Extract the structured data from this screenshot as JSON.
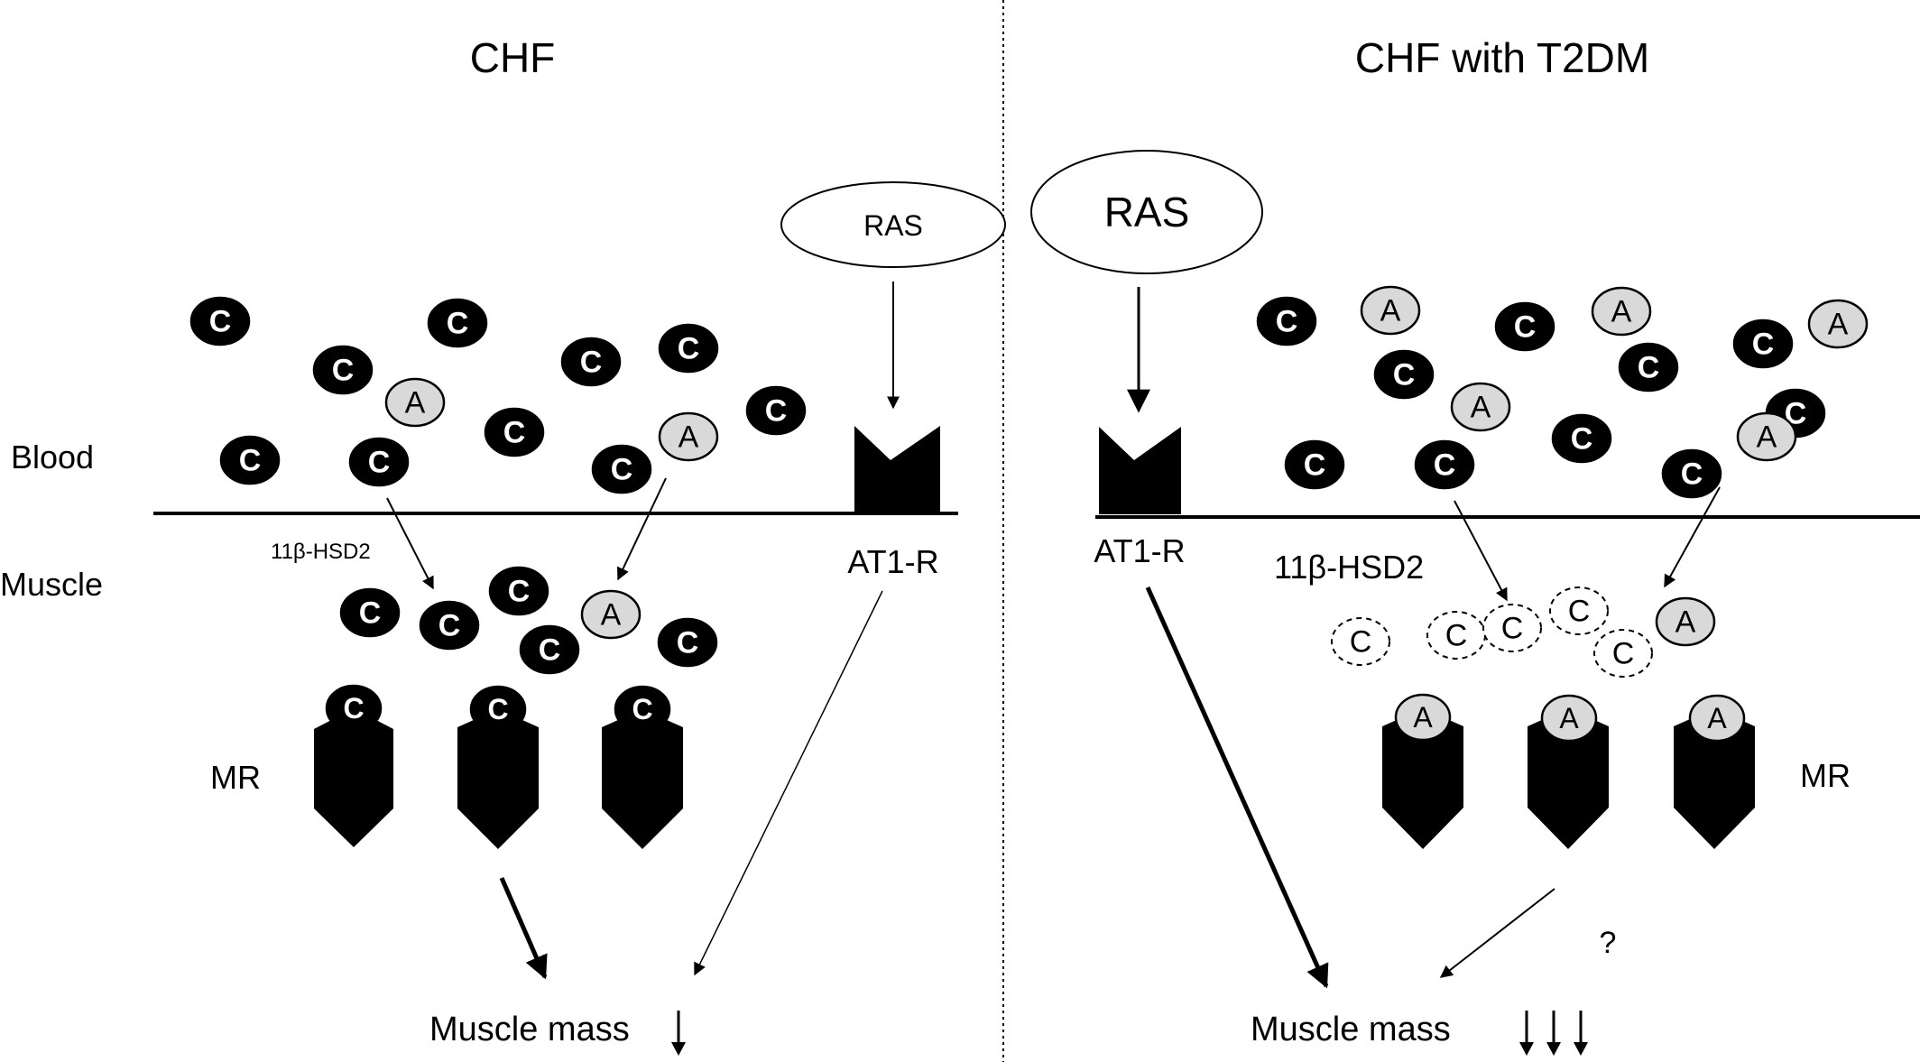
{
  "left_panel": {
    "title": "CHF",
    "blood_label": "Blood",
    "muscle_label": "Muscle",
    "enzyme_label": "11β-HSD2",
    "ras_label": "RAS",
    "receptor_label": "AT1-R",
    "mr_label": "MR",
    "outcome_label": "Muscle mass",
    "outcome_arrows": 1
  },
  "right_panel": {
    "title": "CHF with T2DM",
    "ras_label": "RAS",
    "receptor_label": "AT1-R",
    "enzyme_label": "11β-HSD2",
    "mr_label": "MR",
    "question_mark": "?",
    "outcome_label": "Muscle mass",
    "outcome_arrows": 3
  },
  "molecules": {
    "cortisol": "C",
    "aldosterone": "A"
  },
  "colors": {
    "cortisol_fill": "#000000",
    "aldosterone_fill": "#d9d9d9",
    "inactive_cortisol_fill": "#ffffff",
    "receptor_fill": "#000000"
  }
}
